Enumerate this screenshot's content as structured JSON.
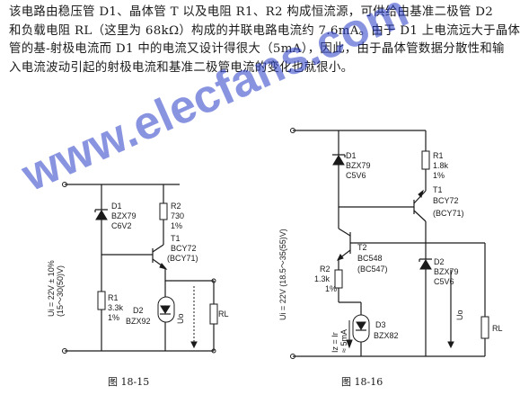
{
  "paragraph": [
    "该电路由稳压管 D1、晶体管 T 以及电阻 R1、R2 构成恒流源，可供给由基准二极管 D2",
    "和负载电阻 RL（这里为 68kΩ）构成的并联电路电流约 7.6mA。由于 D1 上电流远大于晶体",
    "管的基-射极电流而 D1 中的电流又设计得很大（5mA），因此，由于晶体管数据分散性和输",
    "入电流波动引起的射极电流和基准二极管电流的变化也就很小。"
  ],
  "watermark": "www.elecfans.com",
  "fig1": {
    "caption": "图 18-15",
    "d1": [
      "D1",
      "BZX79",
      "C6V2"
    ],
    "r2": [
      "R2",
      "730",
      "1%"
    ],
    "t1": [
      "T1",
      "BCY72",
      "(BCY71)"
    ],
    "r1": [
      "R1",
      "3.3k",
      "1%"
    ],
    "d2": [
      "D2",
      "BZX92"
    ],
    "ui": "Ui = 22V ± 10%",
    "ui_range": "(15～30(50)V)",
    "uo": "Uo",
    "rl": "RL"
  },
  "fig2": {
    "caption": "图 18-16",
    "d1": [
      "D1",
      "BZX79",
      "C5V6"
    ],
    "r1": [
      "R1",
      "1.8k",
      "1%"
    ],
    "t1": [
      "T1",
      "BCY72",
      "(BCY71)"
    ],
    "t2": [
      "T2",
      "BC548",
      "(BC547)"
    ],
    "r2": [
      "R2",
      "1.3k",
      "1%"
    ],
    "d2": [
      "D2",
      "BZX79",
      "C5V6"
    ],
    "d3": [
      "D3",
      "BZX82"
    ],
    "ui": "Ui = 22V (18.5～35(55)V)",
    "iz": "Iz = Ir",
    "iz_val": "≈ 5mA",
    "uo": "Uo",
    "rl": "RL"
  }
}
